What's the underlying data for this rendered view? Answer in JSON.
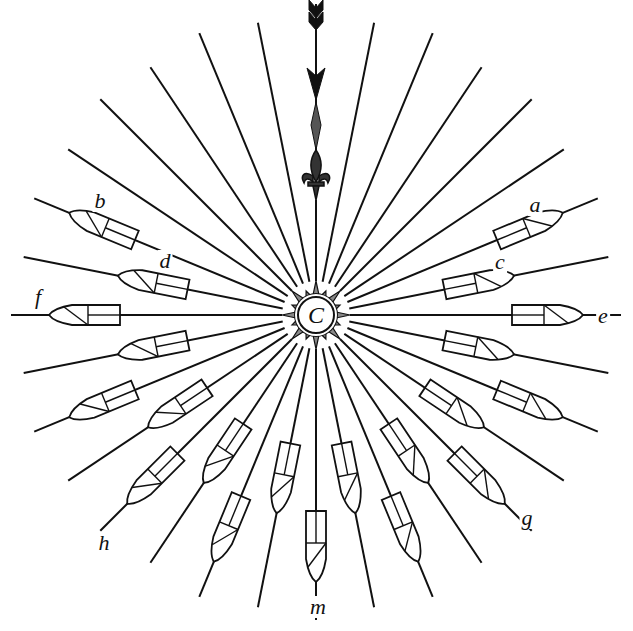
{
  "diagram": {
    "nodes": [
      {
        "text": [
          "C"
        ]
      }
    ],
    "labels": [
      "a",
      "b",
      "c",
      "d",
      "e",
      "f",
      "g",
      "h",
      "m"
    ]
  }
}
